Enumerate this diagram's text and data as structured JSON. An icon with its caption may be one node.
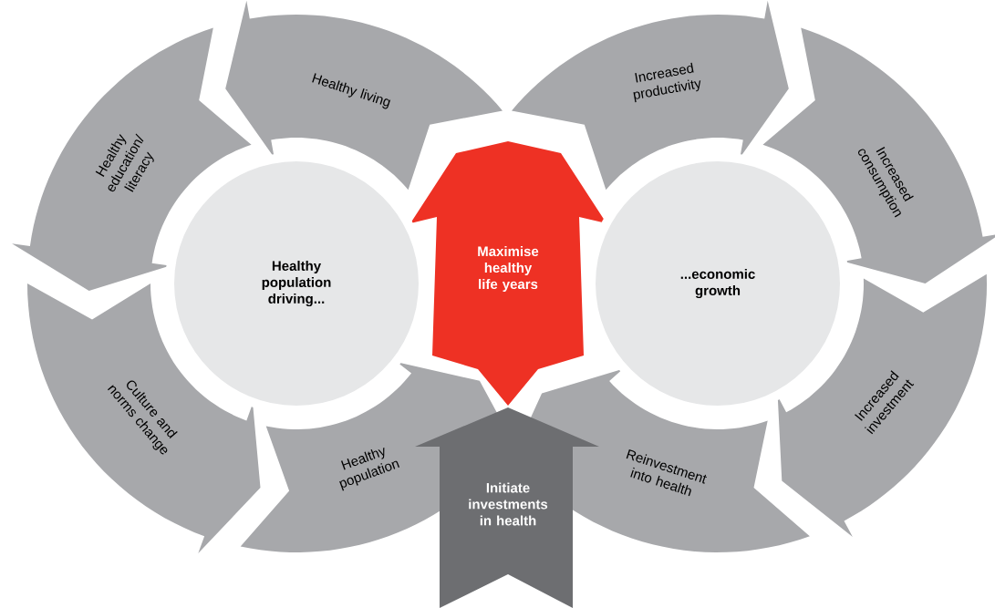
{
  "diagram": {
    "nodes": [
      {
        "text": [
          "Healthy population driving..."
        ]
      },
      {
        "text": [
          "Maximise healthy life years"
        ]
      },
      {
        "text": [
          "...economic growth"
        ]
      },
      {
        "text": [
          "Healthy living"
        ]
      },
      {
        "text": [
          "Healthy education/ literacy"
        ]
      },
      {
        "text": [
          "Culture and norms change"
        ]
      },
      {
        "text": [
          "Healthy population"
        ]
      },
      {
        "text": [
          "Initiate investments in health"
        ]
      },
      {
        "text": [
          "Increased productivity"
        ]
      },
      {
        "text": [
          "Increased consumption"
        ]
      },
      {
        "text": [
          "Increased investment"
        ]
      },
      {
        "text": [
          "Reinvestment into health"
        ]
      }
    ]
  }
}
